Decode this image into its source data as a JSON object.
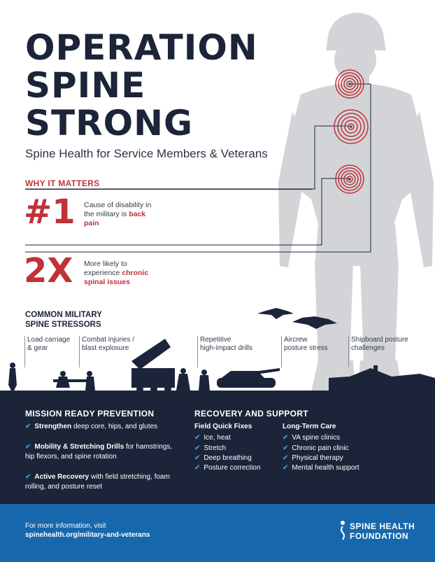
{
  "header": {
    "title_lines": [
      "OPERATION",
      "SPINE",
      "STRONG"
    ],
    "subtitle": "Spine Health for Service Members & Veterans"
  },
  "why_it_matters": {
    "heading": "WHY IT MATTERS",
    "stats": [
      {
        "value": "#1",
        "text": "Cause of disability in the military is ",
        "highlight": "back pain"
      },
      {
        "value": "2X",
        "text": "More likely to experience ",
        "highlight": "chronic spinal issues"
      }
    ]
  },
  "stressors": {
    "heading_lines": [
      "COMMON MILITARY",
      "SPINE STRESSORS"
    ],
    "items": [
      [
        "Load carriage",
        "& gear"
      ],
      [
        "Combat injuries /",
        "blast explosure"
      ],
      [
        "Repetitive",
        "high-impact drills"
      ],
      [
        "Aircrew",
        "posture stress"
      ],
      [
        "Shipboard posture",
        "challenges"
      ]
    ]
  },
  "prevention": {
    "heading": "MISSION READY PREVENTION",
    "items": [
      {
        "bold": "Strengthen",
        "rest": " deep core, hips, and glutes"
      },
      {
        "bold": "Mobility & Stretching Drills",
        "rest": " for hamstrings, hip flexors, and spine rotation"
      },
      {
        "bold": "Active Recovery",
        "rest": " with field stretching, foam rolling, and posture reset"
      }
    ]
  },
  "recovery": {
    "heading": "RECOVERY AND SUPPORT",
    "field": {
      "heading": "Field Quick Fixes",
      "items": [
        "Ice, heat",
        "Stretch",
        "Deep breathing",
        "Posture correction"
      ]
    },
    "longterm": {
      "heading": "Long-Term Care",
      "items": [
        "VA spine clinics",
        "Chronic pain clinic",
        "Physical therapy",
        "Mental health support"
      ]
    }
  },
  "footer": {
    "info_label": "For more information, visit",
    "url": "spinehealth.org/military-and-veterans",
    "logo_line1": "SPINE HEALTH",
    "logo_line2": "FOUNDATION"
  },
  "colors": {
    "navy": "#1b2439",
    "red": "#c0323a",
    "footer_blue": "#1767ad",
    "check_blue": "#3c8fd6",
    "silhouette_gray": "#d3d4d7"
  },
  "icons": {
    "target": "concentric-circle-target-icon",
    "check": "check-icon",
    "logo": "spine-health-foundation-logo"
  },
  "check_glyph": "✔"
}
